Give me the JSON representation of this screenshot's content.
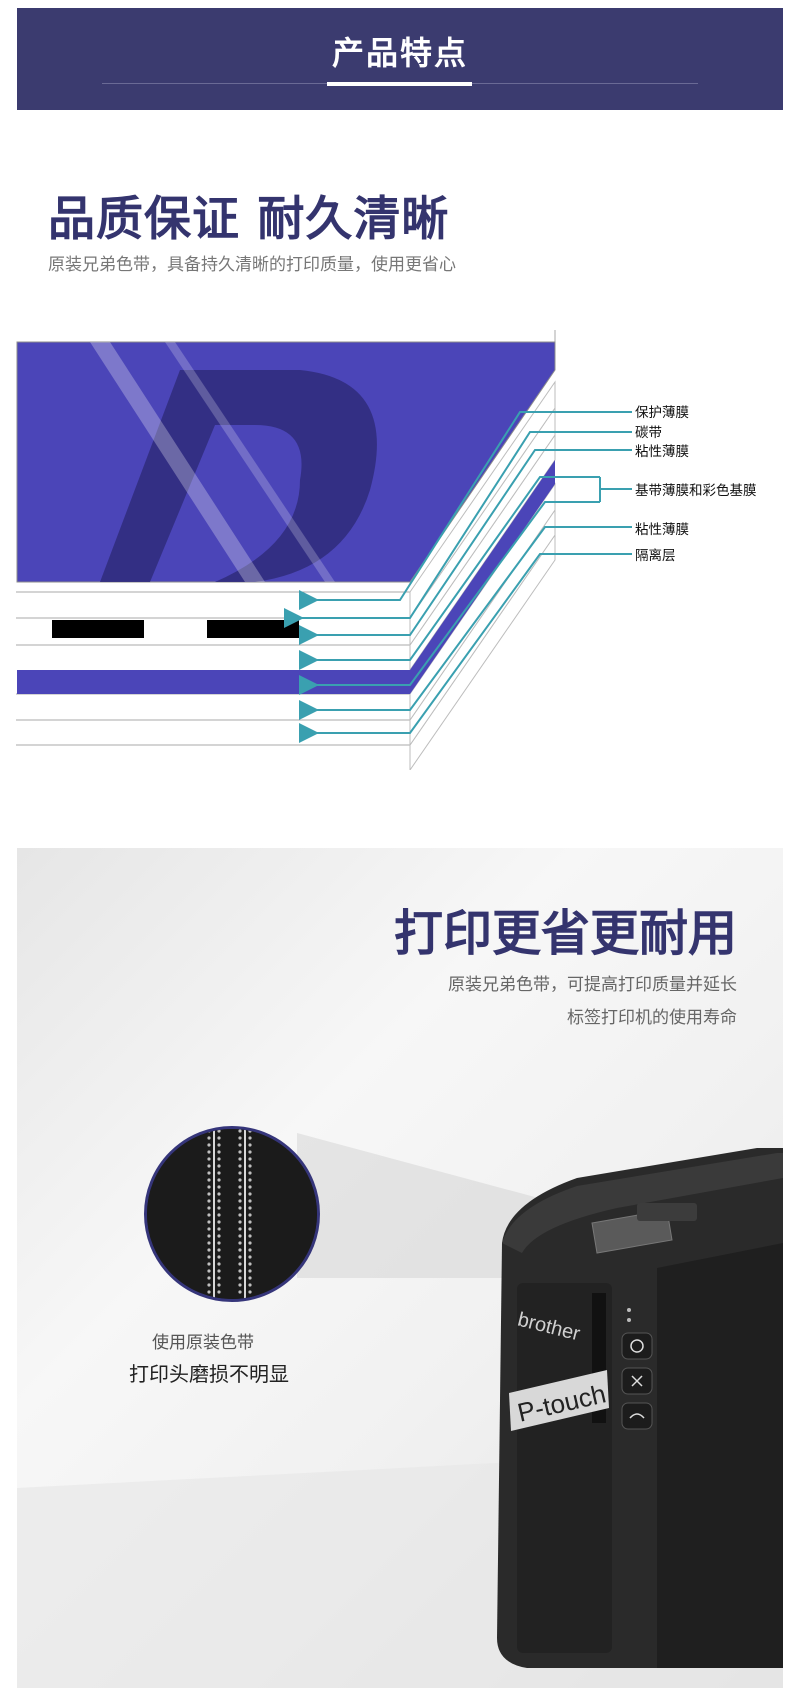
{
  "header": {
    "title": "产品特点"
  },
  "quality": {
    "title": "品质保证 耐久清晰",
    "subtitle": "原装兄弟色带，具备持久清晰的打印质量，使用更省心",
    "layers": [
      "保护薄膜",
      "碳带",
      "粘性薄膜",
      "基带薄膜和彩色基膜",
      "粘性薄膜",
      "隔离层"
    ]
  },
  "durability": {
    "title": "打印更省更耐用",
    "subtitle_line1": "原装兄弟色带，可提高打印质量并延长",
    "subtitle_line2": "标签打印机的使用寿命",
    "caption_small": "使用原装色带",
    "caption_large": "打印头磨损不明显"
  },
  "printer": {
    "brand": "brother",
    "tape_text": "P-touch"
  },
  "colors": {
    "navy": "#3b3b6f",
    "purple": "#4b45b8",
    "teal": "#3aa0b0"
  }
}
